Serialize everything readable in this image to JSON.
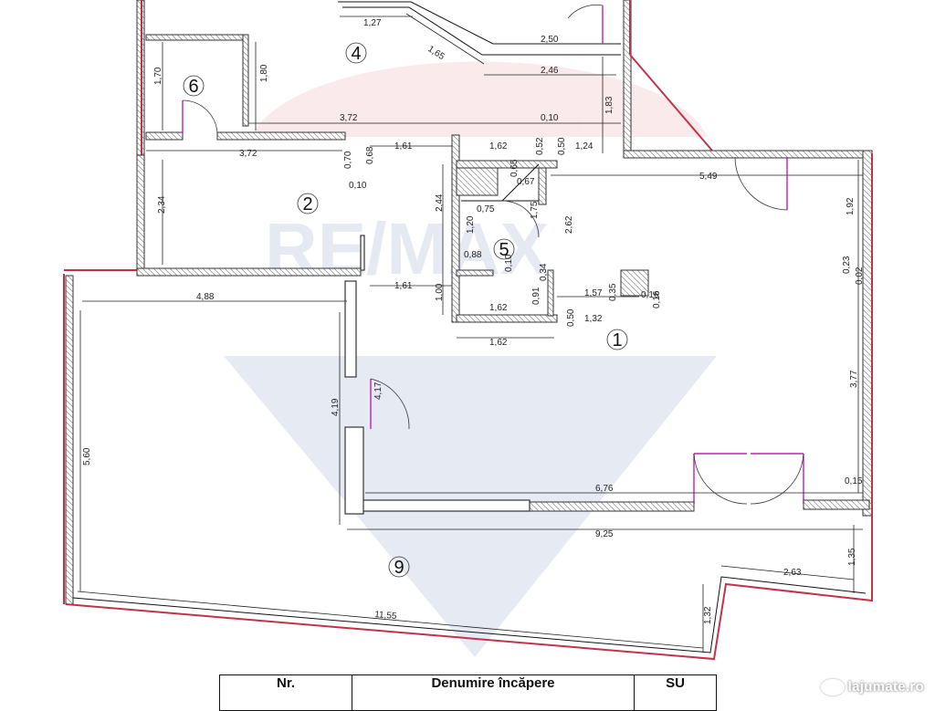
{
  "plan": {
    "rooms": [
      {
        "no": "1"
      },
      {
        "no": "2"
      },
      {
        "no": "4"
      },
      {
        "no": "5"
      },
      {
        "no": "6"
      },
      {
        "no": "9"
      }
    ],
    "dimensions": [
      "1,27",
      "1,65",
      "2,50",
      "2,46",
      "1,70",
      "1,80",
      "3,72",
      "3,72",
      "0,10",
      "1,83",
      "1,61",
      "1,62",
      "0,52",
      "0,50",
      "1,24",
      "0,70",
      "0,68",
      "0,10",
      "5,49",
      "0,67",
      "0,65",
      "2,44",
      "2,34",
      "0,75",
      "1,20",
      "1,75",
      "2,62",
      "0,88",
      "0,10",
      "1,92",
      "0,23",
      "0,02",
      "1,61",
      "1,00",
      "1,62",
      "0,91",
      "0,34",
      "1,57",
      "0,35",
      "0,16",
      "0,16",
      "0,50",
      "1,32",
      "1,62",
      "4,88",
      "4,19",
      "4,17",
      "3,77",
      "5,60",
      "6,76",
      "0,15",
      "9,25",
      "1,35",
      "2,63",
      "11,55",
      "1,32"
    ]
  },
  "legend": {
    "col_nr": "Nr.",
    "col_name": "Denumire încăpere",
    "col_su": "SU"
  },
  "watermark": {
    "brand": "lajumate.ro"
  },
  "colors": {
    "door": "#c21fb5",
    "exterior_wall": "#c0334a",
    "watermark_red": "#d9545a",
    "watermark_blue": "#2f4f9a"
  }
}
